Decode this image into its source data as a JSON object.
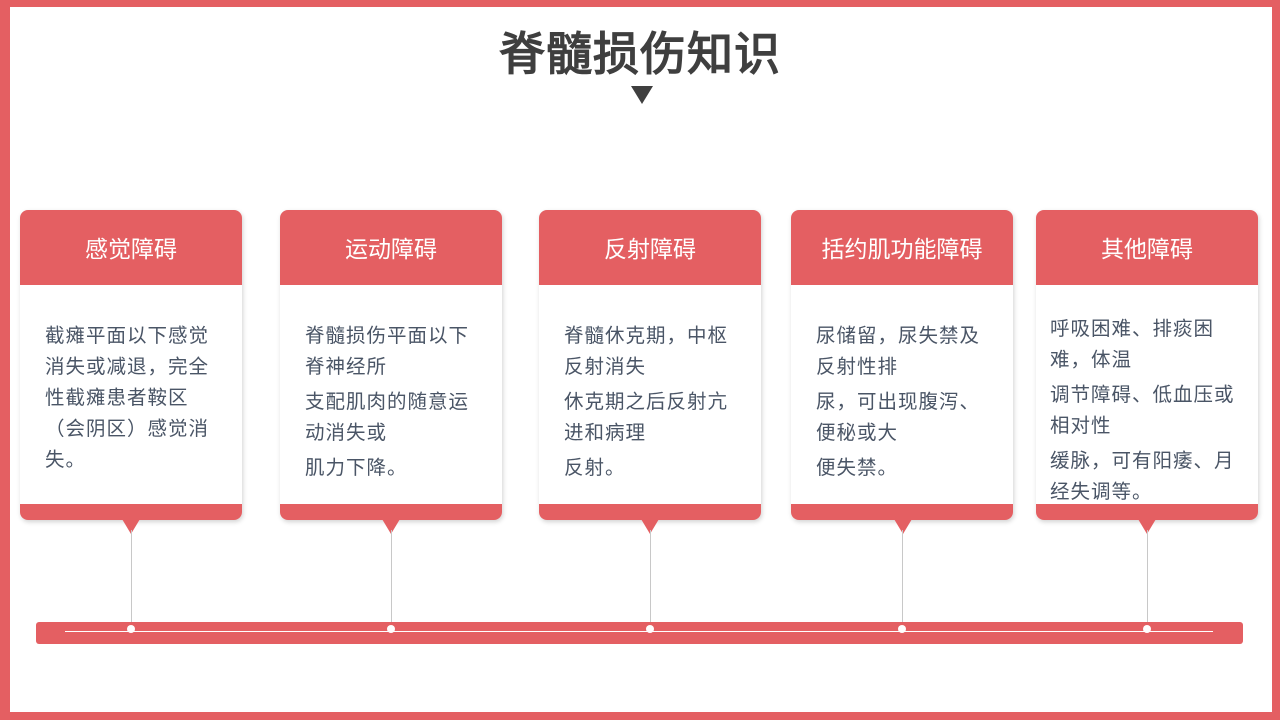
{
  "title": "脊髓损伤知识",
  "colors": {
    "accent": "#e45f62",
    "title": "#3f3f3f",
    "body_text": "#4a5566"
  },
  "cards": [
    {
      "heading": "感觉障碍",
      "paragraphs": [
        "截瘫平面以下感觉消失或减退，完全性截瘫患者鞍区（会阴区）感觉消失。"
      ]
    },
    {
      "heading": "运动障碍",
      "paragraphs": [
        "脊髓损伤平面以下脊神经所",
        "支配肌肉的随意运动消失或",
        "肌力下降。"
      ]
    },
    {
      "heading": "反射障碍",
      "paragraphs": [
        "脊髓休克期，中枢反射消失",
        "休克期之后反射亢进和病理",
        "反射。"
      ]
    },
    {
      "heading": "括约肌功能障碍",
      "paragraphs": [
        "尿储留，尿失禁及反射性排",
        "尿，可出现腹泻、便秘或大",
        "便失禁。"
      ]
    },
    {
      "heading": "其他障碍",
      "paragraphs": [
        "呼吸困难、排痰困难，体温",
        "调节障碍、低血压或相对性",
        "缓脉，可有阳痿、月经失调等。"
      ]
    }
  ]
}
